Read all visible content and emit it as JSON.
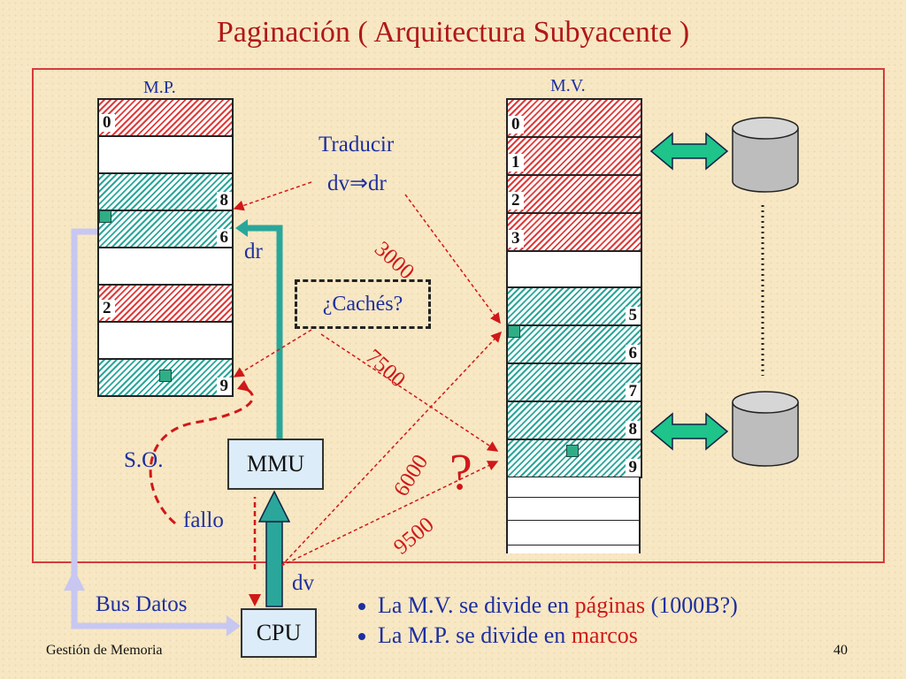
{
  "title": "Paginación ( Arquitectura Subyacente )",
  "mp_label": "M.P.",
  "mv_label": "M.V.",
  "mp_frames": [
    {
      "fill": "red",
      "number": "0"
    },
    {
      "fill": "white",
      "number": ""
    },
    {
      "fill": "green",
      "number": "8"
    },
    {
      "fill": "green",
      "number": "6"
    },
    {
      "fill": "white",
      "number": ""
    },
    {
      "fill": "red",
      "number": "2"
    },
    {
      "fill": "white",
      "number": ""
    },
    {
      "fill": "green",
      "number": "9"
    }
  ],
  "mv_pages": [
    {
      "fill": "red",
      "number": "0"
    },
    {
      "fill": "red",
      "number": "1"
    },
    {
      "fill": "red",
      "number": "2"
    },
    {
      "fill": "red",
      "number": "3"
    },
    {
      "fill": "white",
      "number": ""
    },
    {
      "fill": "green",
      "number": "5"
    },
    {
      "fill": "green",
      "number": "6"
    },
    {
      "fill": "green",
      "number": "7"
    },
    {
      "fill": "green",
      "number": "8"
    },
    {
      "fill": "green",
      "number": "9"
    }
  ],
  "translate_line1": "Traducir",
  "translate_line2": "dv⇒dr",
  "dr_label": "dr",
  "caches_label": "¿Cachés?",
  "addr_3000": "3000",
  "addr_7500": "7500",
  "addr_6000": "6000",
  "addr_9500": "9500",
  "question_mark": "?",
  "so_label": "S.O.",
  "fallo_label": "fallo",
  "mmu_label": "MMU",
  "cpu_label": "CPU",
  "dv_label": "dv",
  "bus_label": "Bus Datos",
  "bullet1_pre": "La M.V. se divide en ",
  "bullet1_hl": "páginas",
  "bullet1_post": " (1000B?)",
  "bullet2_pre": "La M.P. se divide en ",
  "bullet2_hl": "marcos",
  "footer_left": "Gestión de Memoria",
  "page_number": "40",
  "colors": {
    "title": "#b01818",
    "label_blue": "#1d2fa0",
    "highlight_red": "#d01818",
    "arrow_green": "#2aa79a",
    "bus_lavender": "#c7c7f2"
  }
}
